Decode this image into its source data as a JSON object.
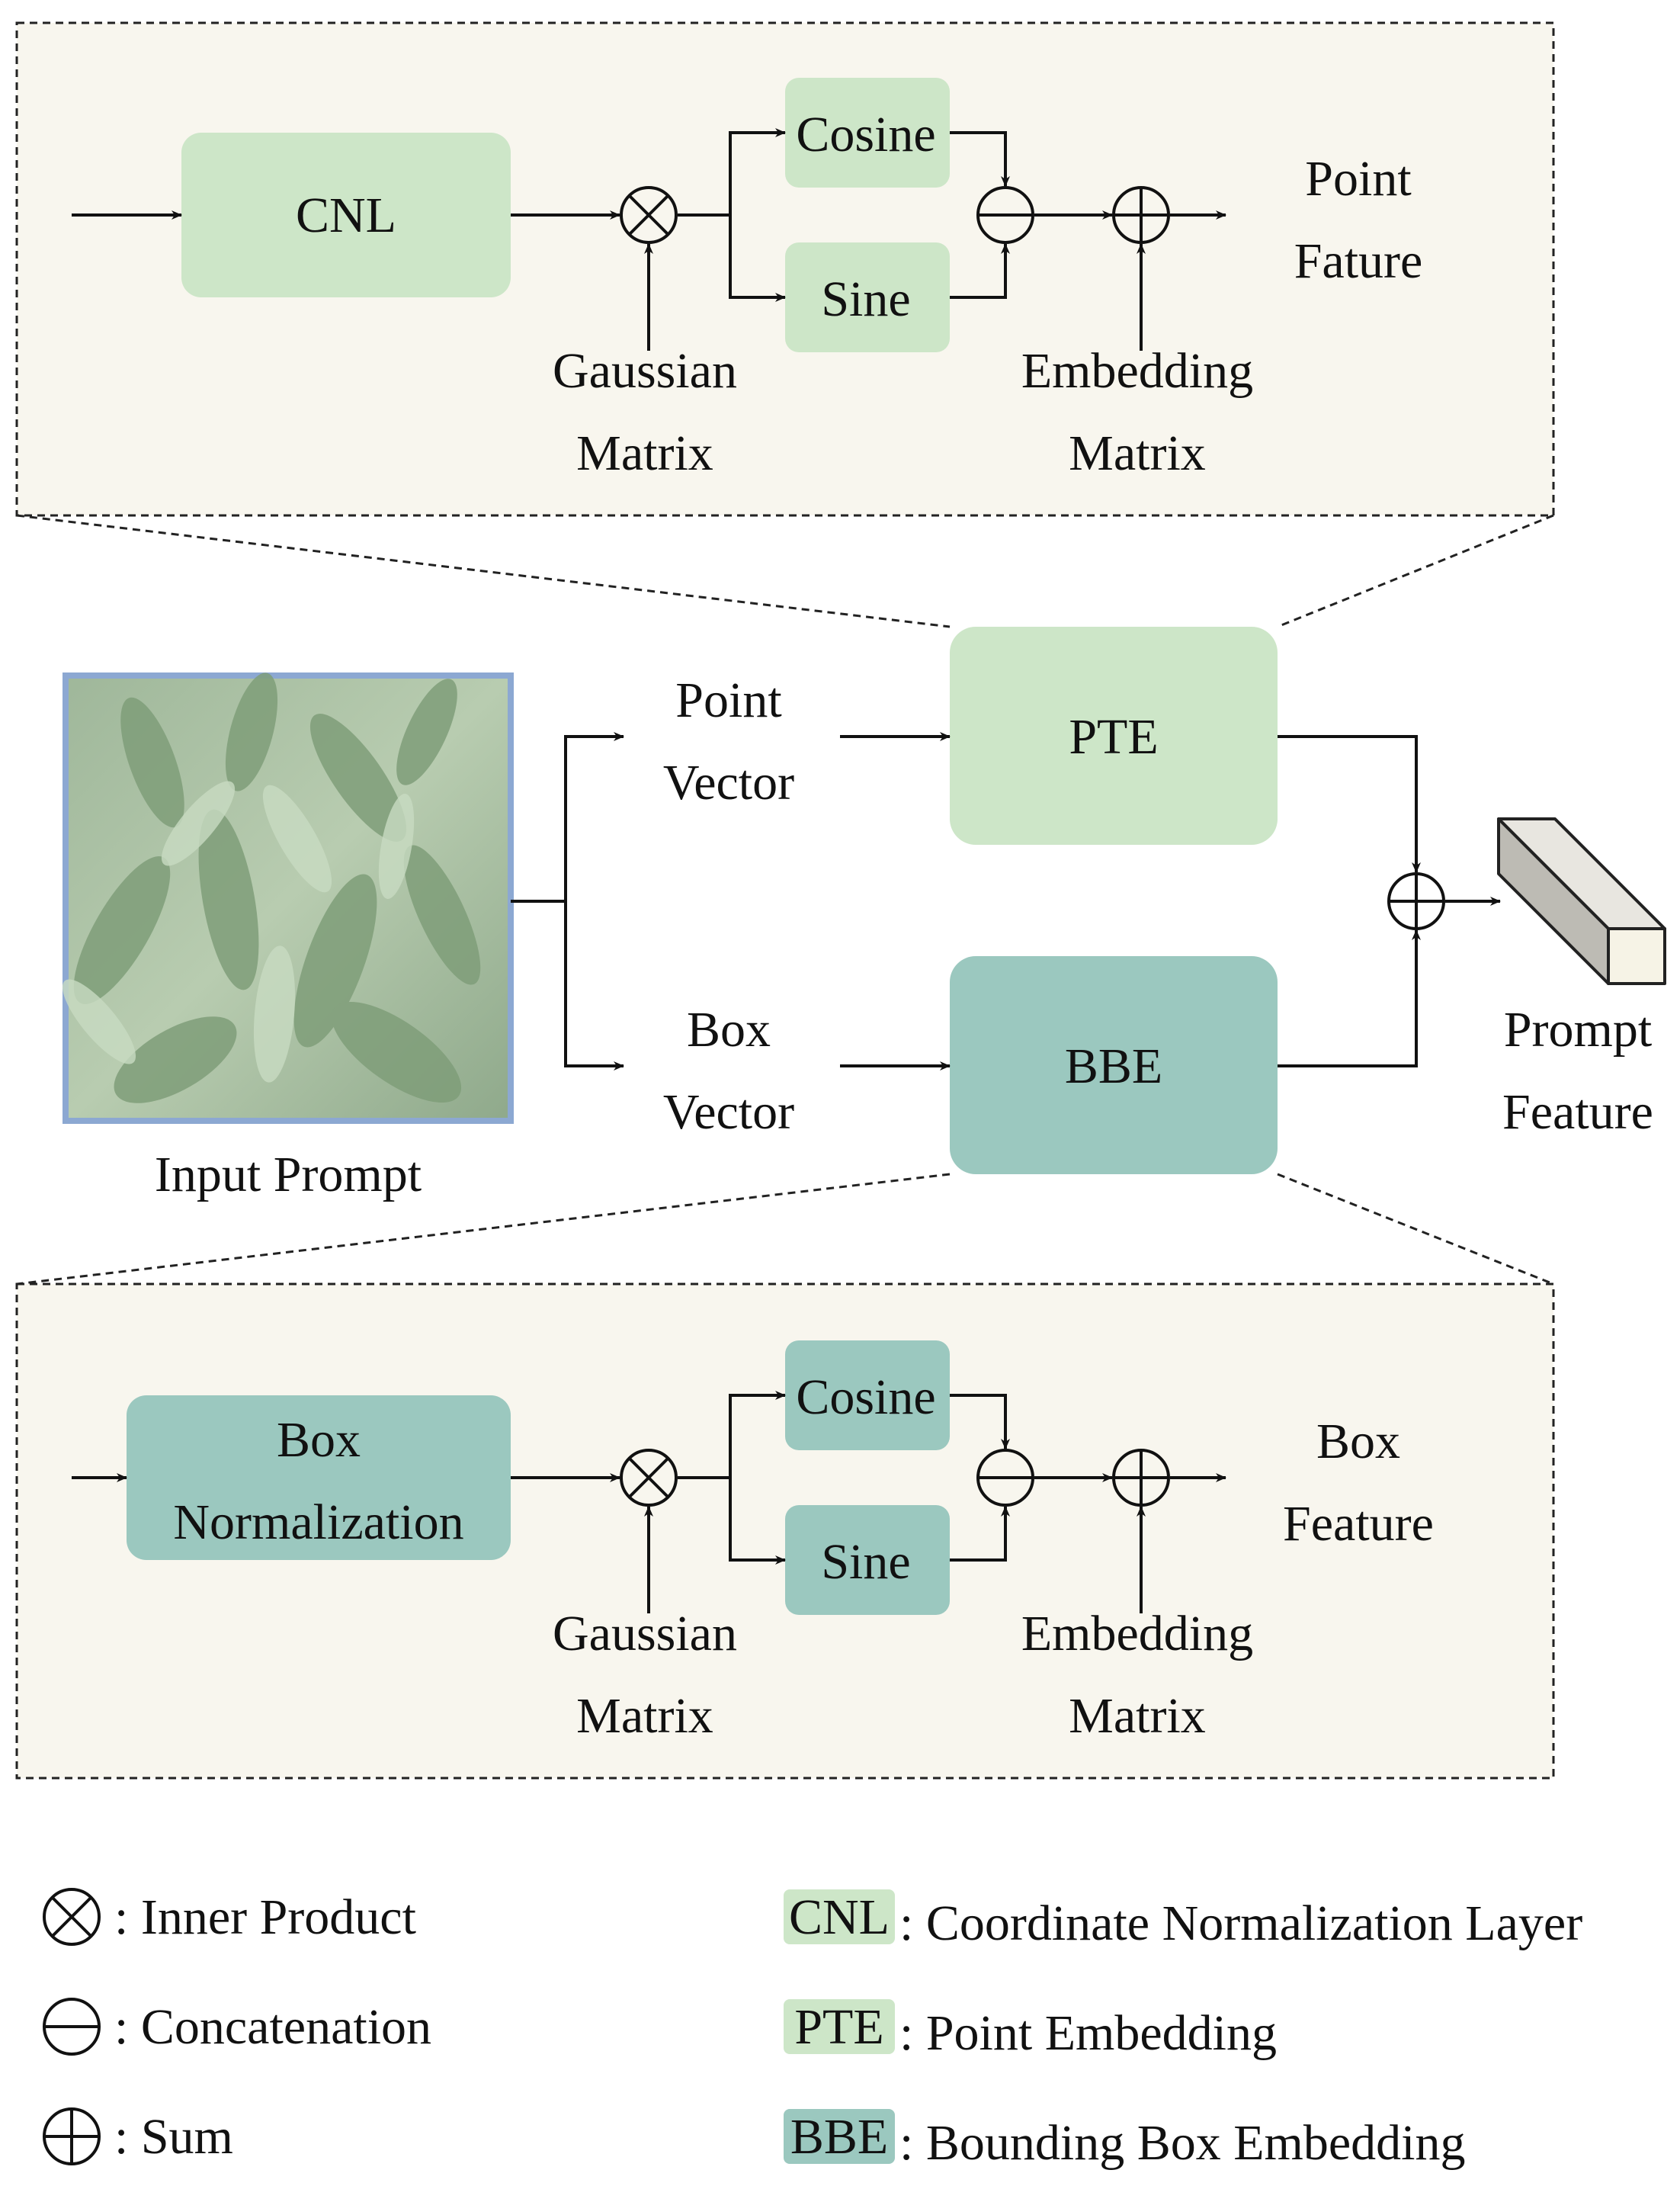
{
  "colors": {
    "panel_bg": "#f8f6ee",
    "light_green": "#cde6c8",
    "teal": "#9bc8bf",
    "line": "#111111",
    "photo_border": "#8ca8d2"
  },
  "top_panel": {
    "cnl": "CNL",
    "cosine": "Cosine",
    "sine": "Sine",
    "gaussian_1": "Gaussian",
    "gaussian_2": "Matrix",
    "embedding_1": "Embedding",
    "embedding_2": "Matrix",
    "output_1": "Point",
    "output_2": "Fature"
  },
  "middle": {
    "input_caption": "Input Prompt",
    "point_vector_1": "Point",
    "point_vector_2": "Vector",
    "box_vector_1": "Box",
    "box_vector_2": "Vector",
    "pte": "PTE",
    "bbe": "BBE",
    "prompt_feature_1": "Prompt",
    "prompt_feature_2": "Feature"
  },
  "bottom_panel": {
    "box_norm_1": "Box",
    "box_norm_2": "Normalization",
    "cosine": "Cosine",
    "sine": "Sine",
    "gaussian_1": "Gaussian",
    "gaussian_2": "Matrix",
    "embedding_1": "Embedding",
    "embedding_2": "Matrix",
    "output_1": "Box",
    "output_2": "Feature"
  },
  "legend": {
    "inner_product": ": Inner Product",
    "concatenation": ": Concatenation",
    "sum": ": Sum",
    "cnl_key": "CNL",
    "cnl_desc": ": Coordinate Normalization Layer",
    "pte_key": "PTE",
    "pte_desc": ": Point Embedding",
    "bbe_key": "BBE",
    "bbe_desc": ": Bounding Box Embedding"
  }
}
